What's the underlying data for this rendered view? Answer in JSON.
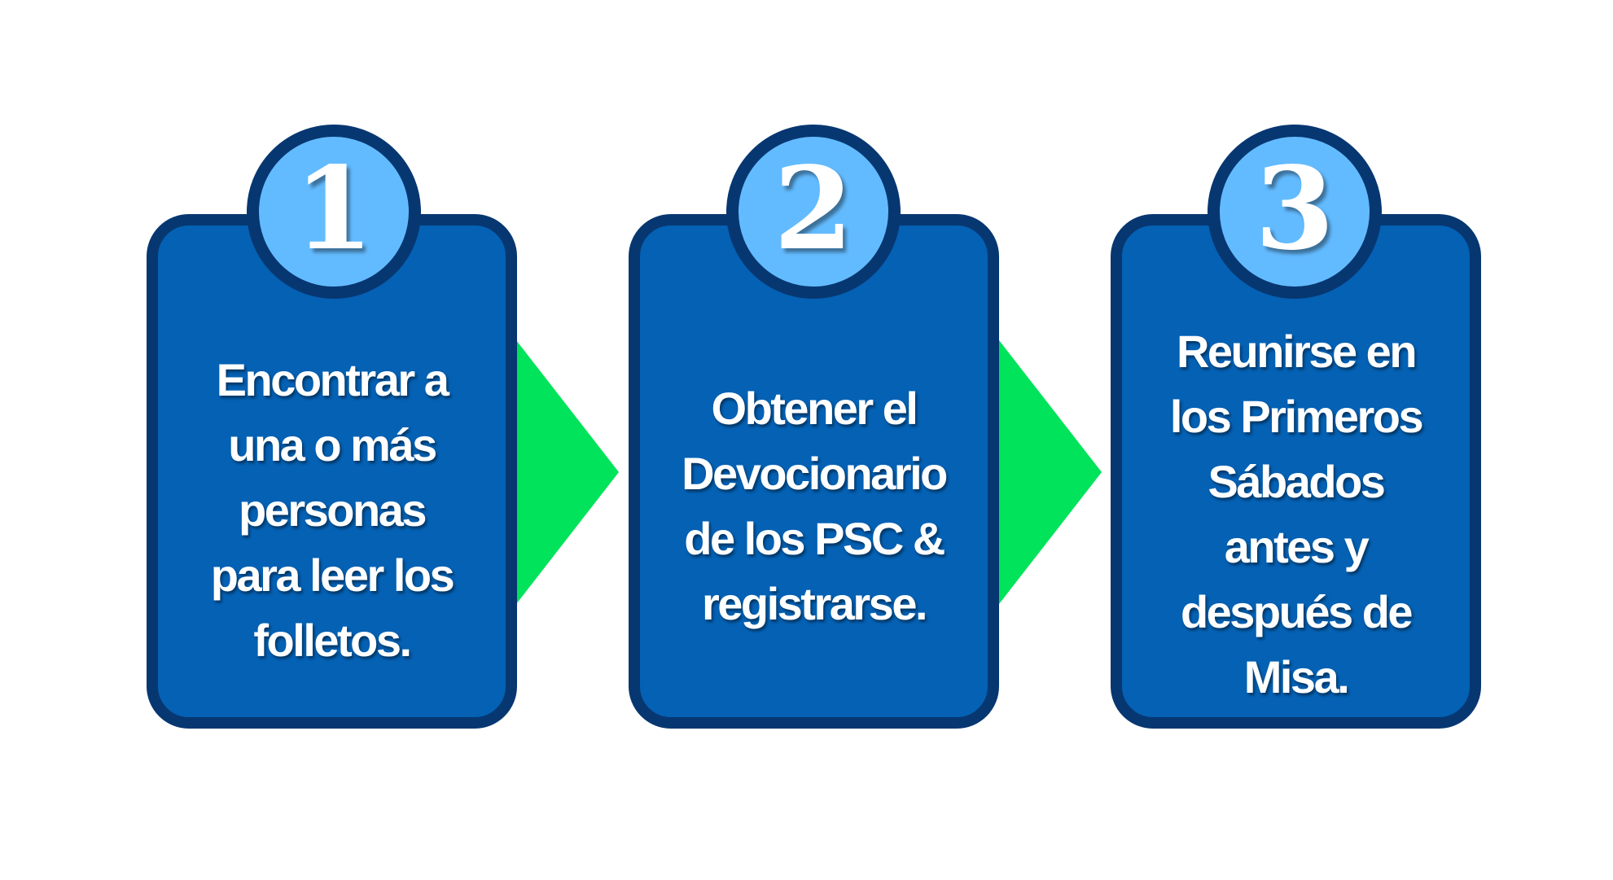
{
  "colors": {
    "card_fill": "#0461b4",
    "card_border": "#073771",
    "badge_fill": "#63bbff",
    "arrow": "#00e35a",
    "text": "#ffffff"
  },
  "steps": [
    {
      "number": "1",
      "text": "Encontrar a\nuna o más\npersonas\npara leer los\nfolletos."
    },
    {
      "number": "2",
      "text": "Obtener el\nDevocionario\nde los PSC &\nregistrarse."
    },
    {
      "number": "3",
      "text": "Reunirse en\nlos Primeros\nSábados\nantes y\ndespués de\nMisa."
    }
  ]
}
